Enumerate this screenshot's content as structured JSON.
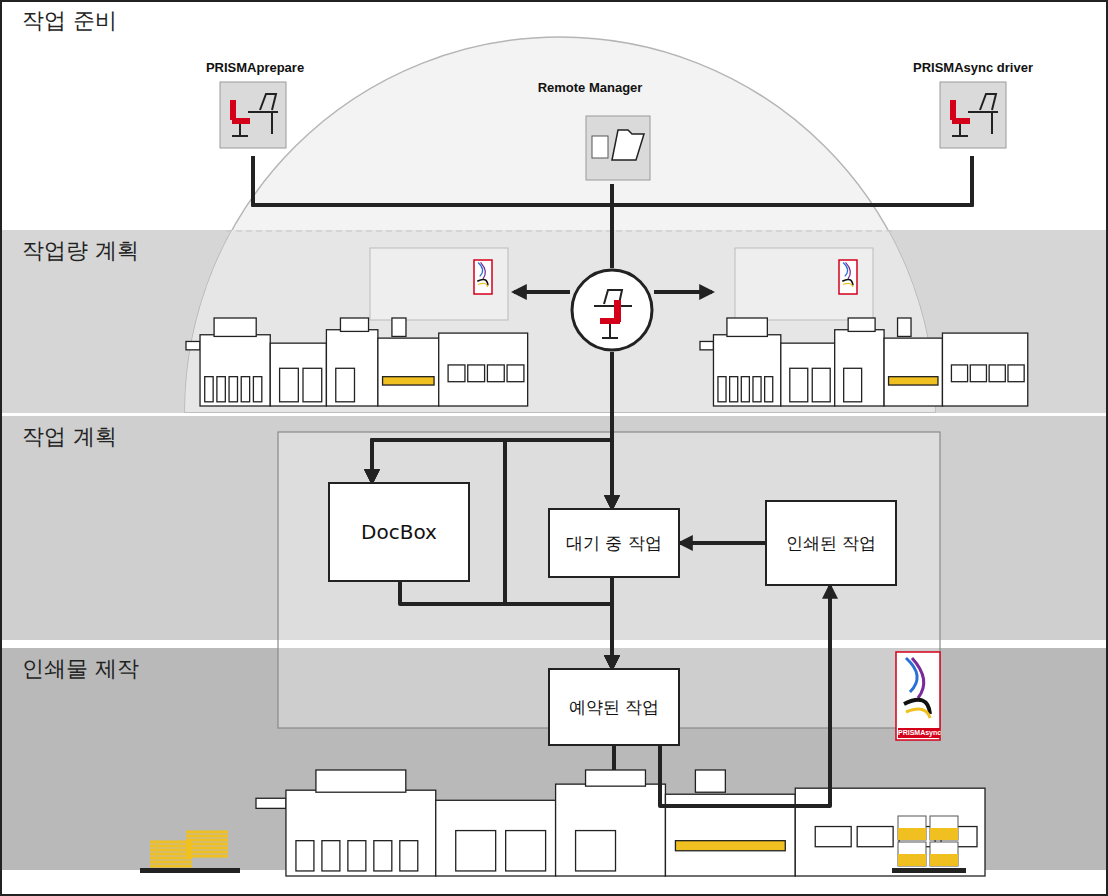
{
  "diagram": {
    "nodes": [
      {
        "text": [
          "작업 준비"
        ]
      },
      {
        "text": [
          "PRISMAprepare"
        ],
        "in": 0
      },
      {
        "text": [
          "Remote Manager"
        ],
        "in": 0
      },
      {
        "text": [
          "PRISMAsync driver"
        ],
        "in": 0
      },
      {
        "text": [
          "작업량 계획"
        ]
      },
      {
        "text": [
          "작업 계획"
        ]
      },
      {
        "text": [
          "DocBox"
        ],
        "in": 5
      },
      {
        "text": [
          "대기 중 작업"
        ],
        "in": 5
      },
      {
        "text": [
          "인쇄된 작업"
        ],
        "in": 5
      },
      {
        "text": [
          "인쇄물 제작"
        ]
      },
      {
        "text": [
          "예약된 작업"
        ],
        "in": 9
      }
    ],
    "edges": [
      {
        "from": 1,
        "to": 6,
        "arrow": "to"
      },
      {
        "from": 1,
        "to": 7,
        "arrow": "to"
      },
      {
        "from": 1,
        "to": 10,
        "arrow": "to"
      },
      {
        "from": 2,
        "to": 6,
        "arrow": "to"
      },
      {
        "from": 2,
        "to": 7,
        "arrow": "to"
      },
      {
        "from": 2,
        "to": 10,
        "arrow": "to"
      },
      {
        "from": 3,
        "to": 6,
        "arrow": "to"
      },
      {
        "from": 3,
        "to": 7,
        "arrow": "to"
      },
      {
        "from": 3,
        "to": 10,
        "arrow": "to"
      },
      {
        "from": 6,
        "to": 10,
        "arrow": "to"
      },
      {
        "from": 7,
        "to": 10,
        "arrow": "to"
      },
      {
        "from": 8,
        "to": 7,
        "arrow": "to"
      },
      {
        "from": 10,
        "to": 8,
        "arrow": "to"
      }
    ],
    "labels": [
      "PRISMAsync"
    ]
  }
}
